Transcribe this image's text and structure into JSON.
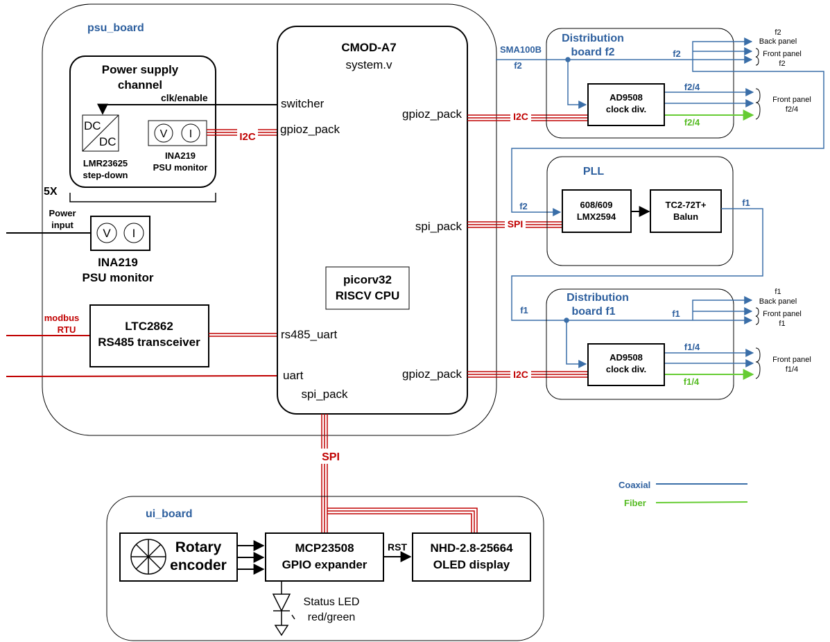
{
  "colors": {
    "coax": "#3a6ea8",
    "coax_text": "#2d5f9e",
    "fiber": "#66cc33",
    "bus": "#c00000",
    "line": "#000000"
  },
  "psu_board": {
    "title": "psu_board",
    "power_channel": {
      "title_line1": "Power supply",
      "title_line2": "channel",
      "clk_enable": "clk/enable",
      "dc_top": "DC",
      "dc_bottom": "DC",
      "lmr_line1": "LMR23625",
      "lmr_line2": "step-down",
      "ina_v": "V",
      "ina_i": "I",
      "ina_line1": "INA219",
      "ina_line2": "PSU monitor",
      "multiplier": "5X"
    },
    "power_input": {
      "line1": "Power",
      "line2": "input",
      "ina_v": "V",
      "ina_i": "I",
      "ina_line1": "INA219",
      "ina_line2": "PSU monitor"
    },
    "modbus": {
      "line1": "modbus",
      "line2": "RTU"
    },
    "ltc": {
      "line1": "LTC2862",
      "line2": "RS485 transceiver"
    },
    "i2c_label": "I2C"
  },
  "cmod": {
    "title": "CMOD-A7",
    "subtitle": "system.v",
    "ports": {
      "switcher": "switcher",
      "gpioz_left": "gpioz_pack",
      "gpioz_right_top": "gpioz_pack",
      "spi_right": "spi_pack",
      "rs485": "rs485_uart",
      "uart": "uart",
      "gpioz_right_bottom": "gpioz_pack",
      "spi_bottom": "spi_pack"
    },
    "cpu_line1": "picorv32",
    "cpu_line2": "RISCV CPU"
  },
  "buses": {
    "i2c_top": "I2C",
    "spi_pll": "SPI",
    "i2c_bottom": "I2C",
    "spi_ui": "SPI"
  },
  "dist_f2": {
    "title_line1": "Distribution",
    "title_line2": "board f2",
    "sma_line1": "SMA100B",
    "sma_line2": "f2",
    "f2_label": "f2",
    "chip_line1": "AD9508",
    "chip_line2": "clock div.",
    "out_blue": "f2/4",
    "out_green": "f2/4",
    "back_panel_f": "f2",
    "back_panel": "Back panel",
    "front_panel": "Front panel",
    "front_panel_f": "f2",
    "front_panel_div_line1": "Front panel",
    "front_panel_div_line2": "f2/4"
  },
  "pll": {
    "title": "PLL",
    "in_label": "f2",
    "chip_line1": "608/609",
    "chip_line2": "LMX2594",
    "balun_line1": "TC2-72T+",
    "balun_line2": "Balun",
    "out_label": "f1"
  },
  "dist_f1": {
    "title_line1": "Distribution",
    "title_line2": "board f1",
    "in_label": "f1",
    "f1_label": "f1",
    "chip_line1": "AD9508",
    "chip_line2": "clock div.",
    "out_blue": "f1/4",
    "out_green": "f1/4",
    "back_panel_f": "f1",
    "back_panel": "Back panel",
    "front_panel": "Front panel",
    "front_panel_f": "f1",
    "front_panel_div_line1": "Front panel",
    "front_panel_div_line2": "f1/4"
  },
  "ui_board": {
    "title": "ui_board",
    "rotary_line1": "Rotary",
    "rotary_line2": "encoder",
    "mcp_line1": "MCP23508",
    "mcp_line2": "GPIO expander",
    "rst": "RST",
    "oled_line1": "NHD-2.8-25664",
    "oled_line2": "OLED display",
    "led_line1": "Status LED",
    "led_line2": "red/green"
  },
  "legend": {
    "coaxial": "Coaxial",
    "fiber": "Fiber"
  }
}
